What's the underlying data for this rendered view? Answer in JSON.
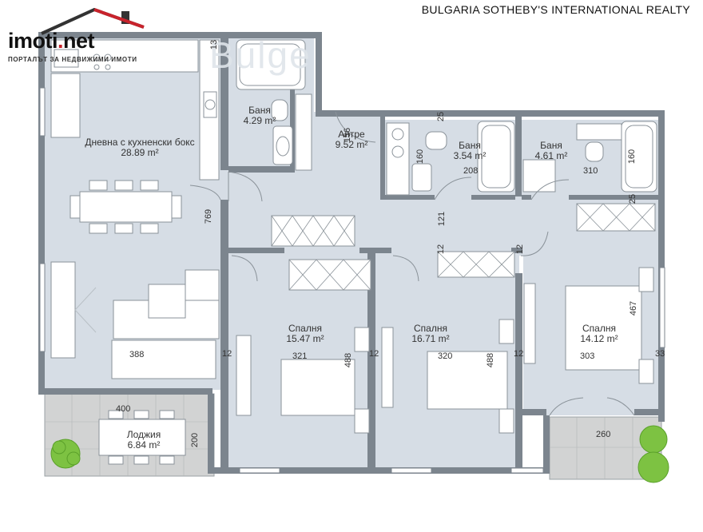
{
  "header": {
    "brand": "BULGARIA SOTHEBY'S INTERNATIONAL REALTY",
    "logo_name": "imoti",
    "logo_dot": ".",
    "logo_tld": "net",
    "logo_tagline": "ПОРТАЛЪТ ЗА НЕДВИЖИМИ ИМОТИ",
    "watermark": "Bulge"
  },
  "colors": {
    "floor": "#d6dde5",
    "wall": "#7c858e",
    "balcony": "#d2d3d3",
    "fixture": "#ffffff",
    "plant": "#7dc242",
    "logo_accent": "#c8232c"
  },
  "rooms": {
    "living": {
      "name": "Дневна с кухненски бокс",
      "area": "28.89 m²"
    },
    "bath1": {
      "name": "Баня",
      "area": "4.29 m²"
    },
    "hall": {
      "name": "Антре",
      "area": "9.52 m²"
    },
    "bath2": {
      "name": "Баня",
      "area": "3.54 m²"
    },
    "bath3": {
      "name": "Баня",
      "area": "4.61 m²"
    },
    "bed1": {
      "name": "Спалня",
      "area": "15.47 m²"
    },
    "bed2": {
      "name": "Спалня",
      "area": "16.71 m²"
    },
    "bed3": {
      "name": "Спалня",
      "area": "14.12 m²"
    },
    "loggia": {
      "name": "Лоджия",
      "area": "6.84 m²"
    }
  },
  "dimensions": {
    "d769": "769",
    "d388": "388",
    "d400": "400",
    "d200": "200",
    "d156": "156",
    "d13": "13",
    "d25a": "25",
    "d25b": "25",
    "d160a": "160",
    "d160b": "160",
    "d208": "208",
    "d310": "310",
    "d121": "121",
    "d12a": "12",
    "d12b": "12",
    "d12c": "12",
    "d12d": "12",
    "d12e": "12",
    "d321": "321",
    "d488a": "488",
    "d320": "320",
    "d488b": "488",
    "d303": "303",
    "d467": "467",
    "d33": "33",
    "d260": "260"
  }
}
